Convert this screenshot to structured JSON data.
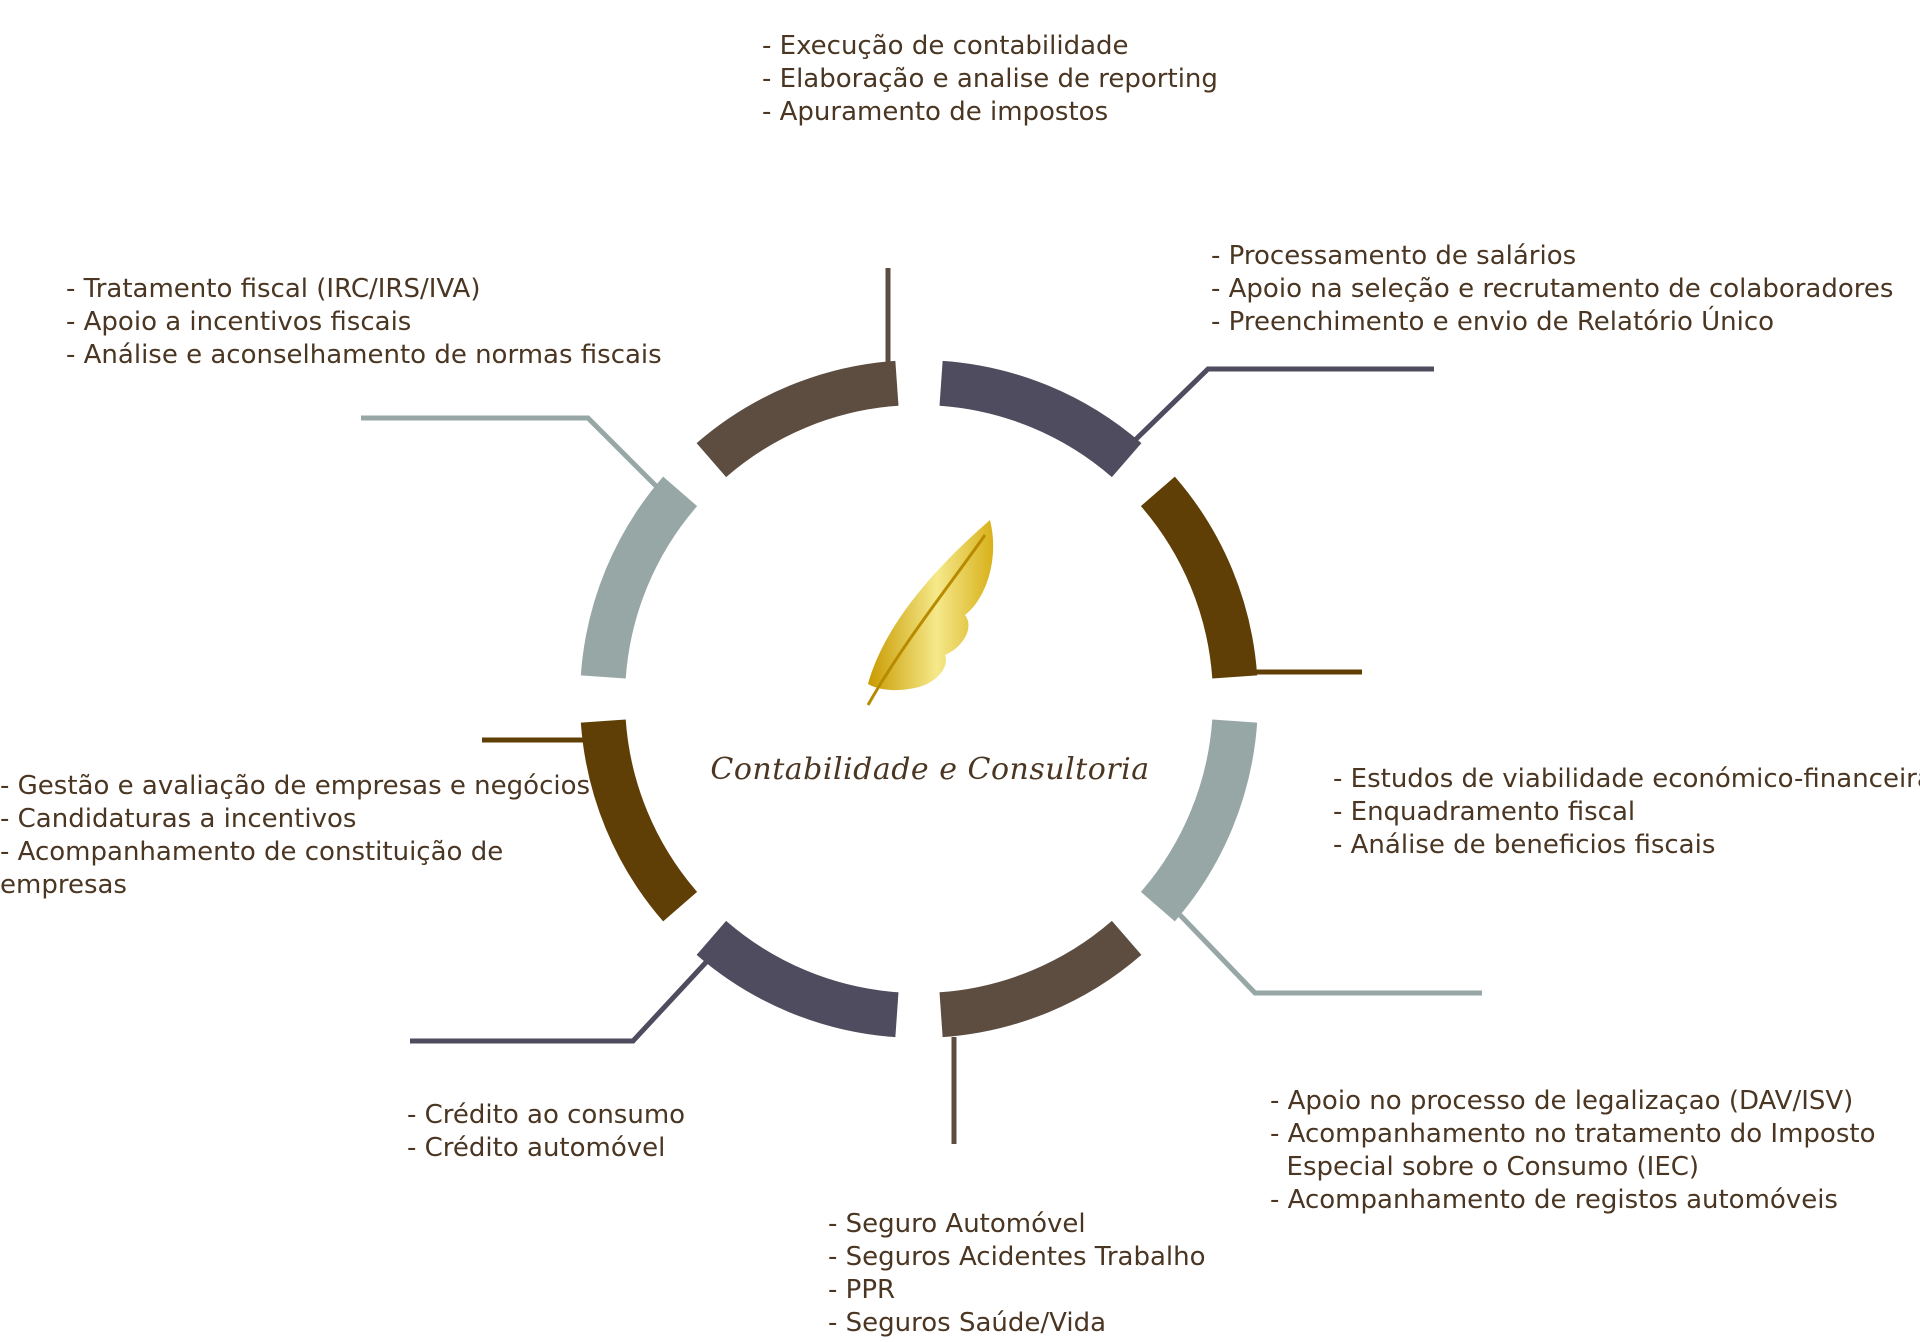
{
  "center_label": "Contabilidade e Consultoria",
  "colors": {
    "dark_brown": "#5d4d40",
    "slate": "#4e4c5e",
    "bronze": "#603f07",
    "sage": "#97a7a5",
    "text": "#4a3622",
    "gold_light": "#f5e98a",
    "gold_dark": "#c99a00"
  },
  "icon": "feather-quill-icon",
  "segments": [
    {
      "color": "dark_brown",
      "items": [
        "- Execução de contabilidade",
        "- Elaboração e analise de reporting",
        "- Apuramento de impostos"
      ]
    },
    {
      "color": "slate",
      "items": [
        "- Processamento de salários",
        "- Apoio na seleção e recrutamento de colaboradores",
        "- Preenchimento e envio de Relatório Único"
      ]
    },
    {
      "color": "bronze",
      "items": [
        "- Estudos de viabilidade económico-financeira",
        "- Enquadramento fiscal",
        "- Análise de beneficios fiscais"
      ]
    },
    {
      "color": "sage",
      "items": [
        "- Apoio no processo de legalizaçao (DAV/ISV)",
        "- Acompanhamento no tratamento do Imposto",
        "  Especial sobre o Consumo (IEC)",
        "- Acompanhamento de registos automóveis"
      ]
    },
    {
      "color": "dark_brown",
      "items": [
        "- Seguro Automóvel",
        "- Seguros Acidentes Trabalho",
        "- PPR",
        "- Seguros Saúde/Vida"
      ]
    },
    {
      "color": "slate",
      "items": [
        "- Crédito ao consumo",
        "- Crédito automóvel"
      ]
    },
    {
      "color": "bronze",
      "items": [
        "- Gestão e avaliação de empresas e negócios",
        "- Candidaturas a incentivos",
        "- Acompanhamento de constituição de",
        "empresas"
      ]
    },
    {
      "color": "sage",
      "items": [
        "- Tratamento fiscal (IRC/IRS/IVA)",
        "- Apoio a incentivos fiscais",
        "- Análise e aconselhamento de normas fiscais"
      ]
    }
  ]
}
